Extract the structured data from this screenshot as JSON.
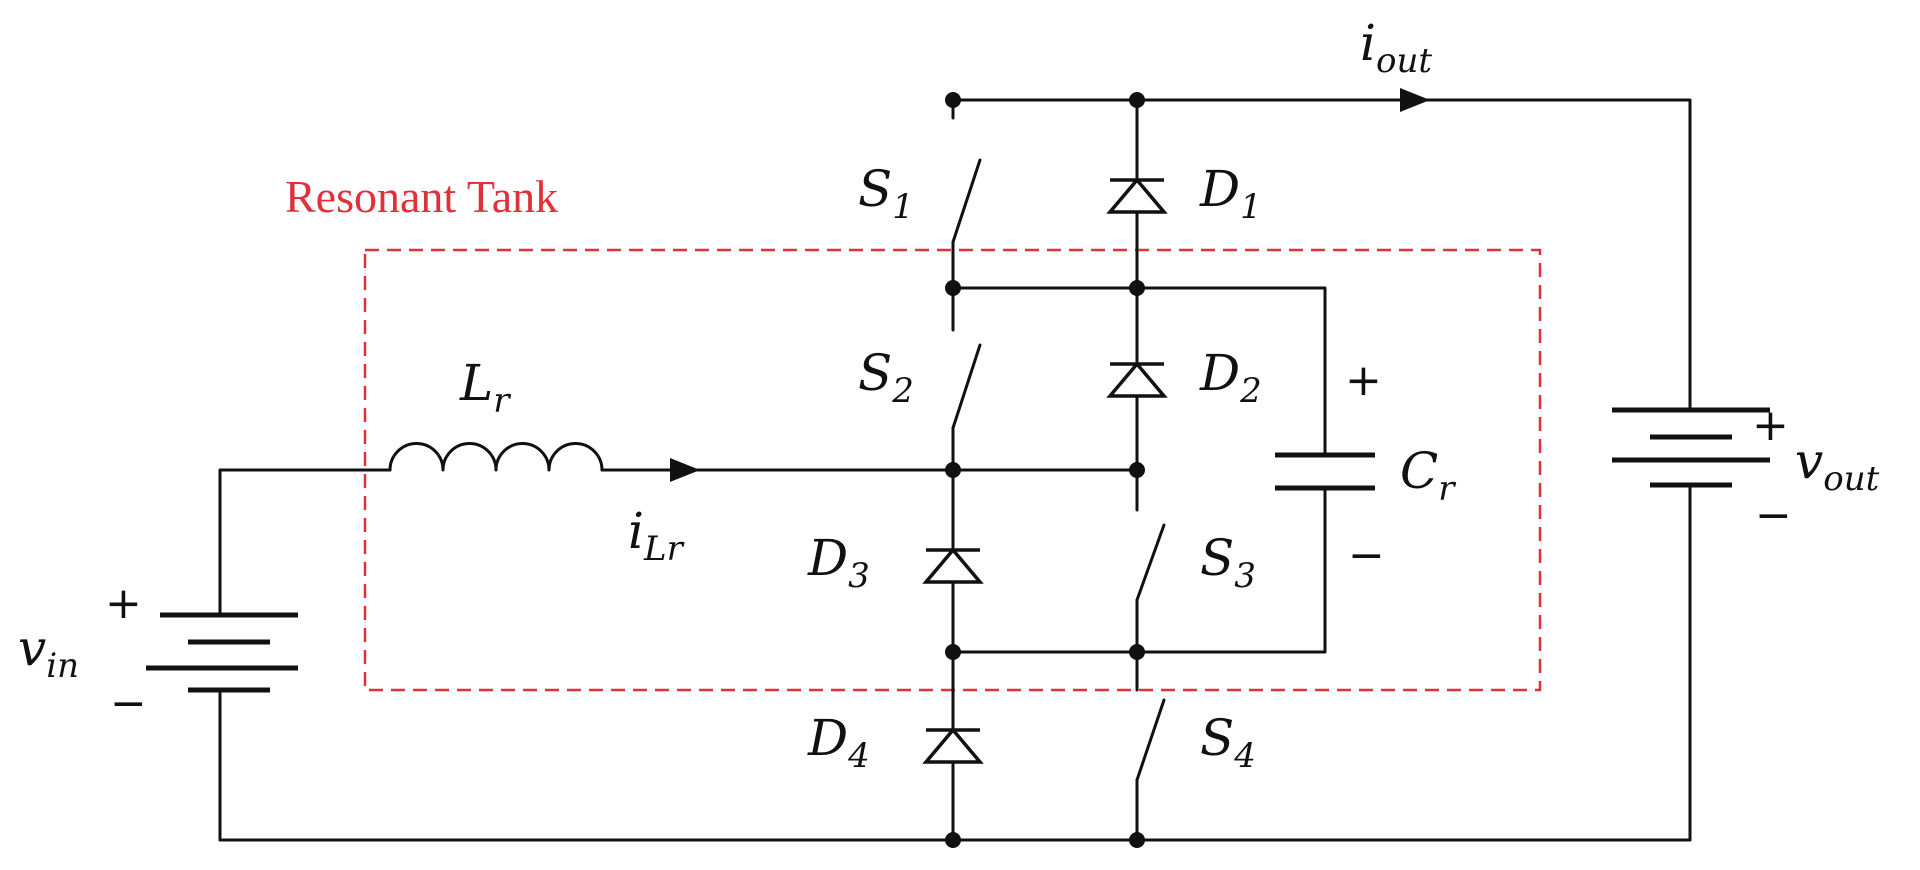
{
  "tank_label": "Resonant Tank",
  "tank_color": "#e0303a",
  "labels": {
    "Lr": {
      "main": "L",
      "sub": "r"
    },
    "iLr": {
      "main": "i",
      "sub": "Lr"
    },
    "S1": {
      "main": "S",
      "sub": "1"
    },
    "S2": {
      "main": "S",
      "sub": "2"
    },
    "S3": {
      "main": "S",
      "sub": "3"
    },
    "S4": {
      "main": "S",
      "sub": "4"
    },
    "D1": {
      "main": "D",
      "sub": "1"
    },
    "D2": {
      "main": "D",
      "sub": "2"
    },
    "D3": {
      "main": "D",
      "sub": "3"
    },
    "D4": {
      "main": "D",
      "sub": "4"
    },
    "Cr": {
      "main": "C",
      "sub": "r"
    },
    "vin": {
      "main": "v",
      "sub": "in"
    },
    "vout": {
      "main": "v",
      "sub": "out"
    },
    "iout": {
      "main": "i",
      "sub": "out"
    }
  },
  "signs": {
    "vin_plus": "+",
    "vin_minus": "−",
    "vout_plus": "+",
    "vout_minus": "−",
    "cr_plus": "+",
    "cr_minus": "−"
  }
}
